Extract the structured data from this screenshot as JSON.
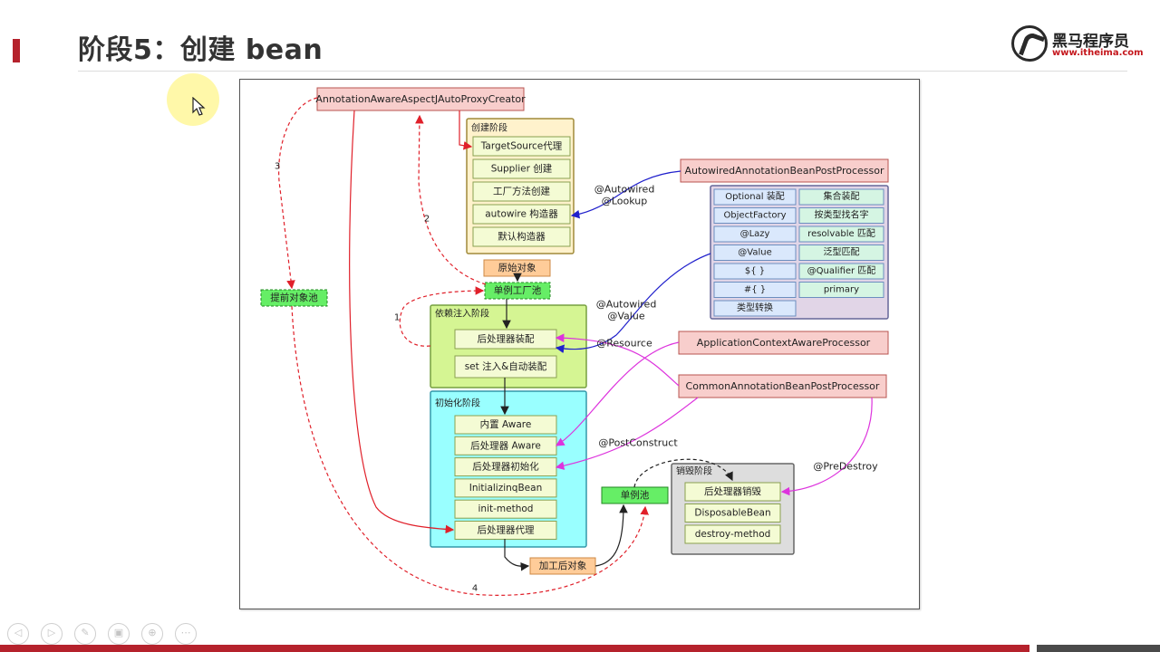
{
  "title": "阶段5：创建 bean",
  "logo": {
    "name": "黑马程序员",
    "url": "www.itheima.com"
  },
  "colors": {
    "pink": "#f8cecc",
    "pink_border": "#b85450",
    "yellow": "#fff2cc",
    "yellow_border": "#a08a3a",
    "item_fill": "#f4fbd4",
    "item_border": "#8aa050",
    "green_stage": "#d5f593",
    "cyan_stage": "#99ffff",
    "gray_stage": "#dddddd",
    "orange": "#ffcc99",
    "green_box": "#66ee66",
    "purple": "#e1d5e7",
    "arrow_red": "#e0202a",
    "arrow_blue": "#2020cc",
    "arrow_magenta": "#dd33dd",
    "arrow_black": "#222222"
  },
  "nodes": {
    "aspectj_creator": "AnnotationAwareAspectJAutoProxyCreator",
    "autowired_processor": "AutowiredAnnotationBeanPostProcessor",
    "aware_processor": "ApplicationContextAwareProcessor",
    "common_processor": "CommonAnnotationBeanPostProcessor",
    "raw_object": "原始对象",
    "singleton_factory_pool": "单例工厂池",
    "early_object_pool": "提前对象池",
    "singleton_pool": "单例池",
    "processed_object": "加工后对象"
  },
  "stages": {
    "create": {
      "label": "创建阶段",
      "items": [
        "TargetSource代理",
        "Supplier 创建",
        "工厂方法创建",
        "autowire 构造器",
        "默认构造器"
      ]
    },
    "inject": {
      "label": "依赖注入阶段",
      "items": [
        "后处理器装配",
        "set 注入&自动装配"
      ]
    },
    "init": {
      "label": "初始化阶段",
      "items": [
        "内置 Aware",
        "后处理器 Aware",
        "后处理器初始化",
        "InitializinqBean",
        "init-method",
        "后处理器代理"
      ]
    },
    "destroy": {
      "label": "销毁阶段",
      "items": [
        "后处理器销毁",
        "DisposableBean",
        "destroy-method"
      ]
    }
  },
  "autowire_grid": [
    [
      "Optional 装配",
      "集合装配"
    ],
    [
      "ObjectFactory",
      "按类型找名字"
    ],
    [
      "@Lazy",
      "resolvable 匹配"
    ],
    [
      "@Value",
      "泛型匹配"
    ],
    [
      "${ }",
      "@Qualifier 匹配"
    ],
    [
      "#{ }",
      "primary"
    ],
    [
      "类型转换",
      ""
    ]
  ],
  "edge_labels": {
    "autowired_lookup_1": "@Autowired",
    "autowired_lookup_2": "@Lookup",
    "autowired_value_1": "@Autowired",
    "autowired_value_2": "@Value",
    "resource": "@Resource",
    "post_construct": "@PostConstruct",
    "pre_destroy": "@PreDestroy",
    "n1": "1",
    "n2": "2",
    "n3": "3",
    "n4": "4"
  },
  "toolbar": [
    {
      "icon": "prev-slide-icon",
      "glyph": "◁"
    },
    {
      "icon": "next-slide-icon",
      "glyph": "▷"
    },
    {
      "icon": "pen-icon",
      "glyph": "✎"
    },
    {
      "icon": "slides-grid-icon",
      "glyph": "▣"
    },
    {
      "icon": "zoom-icon",
      "glyph": "⊕"
    },
    {
      "icon": "more-icon",
      "glyph": "⋯"
    }
  ]
}
